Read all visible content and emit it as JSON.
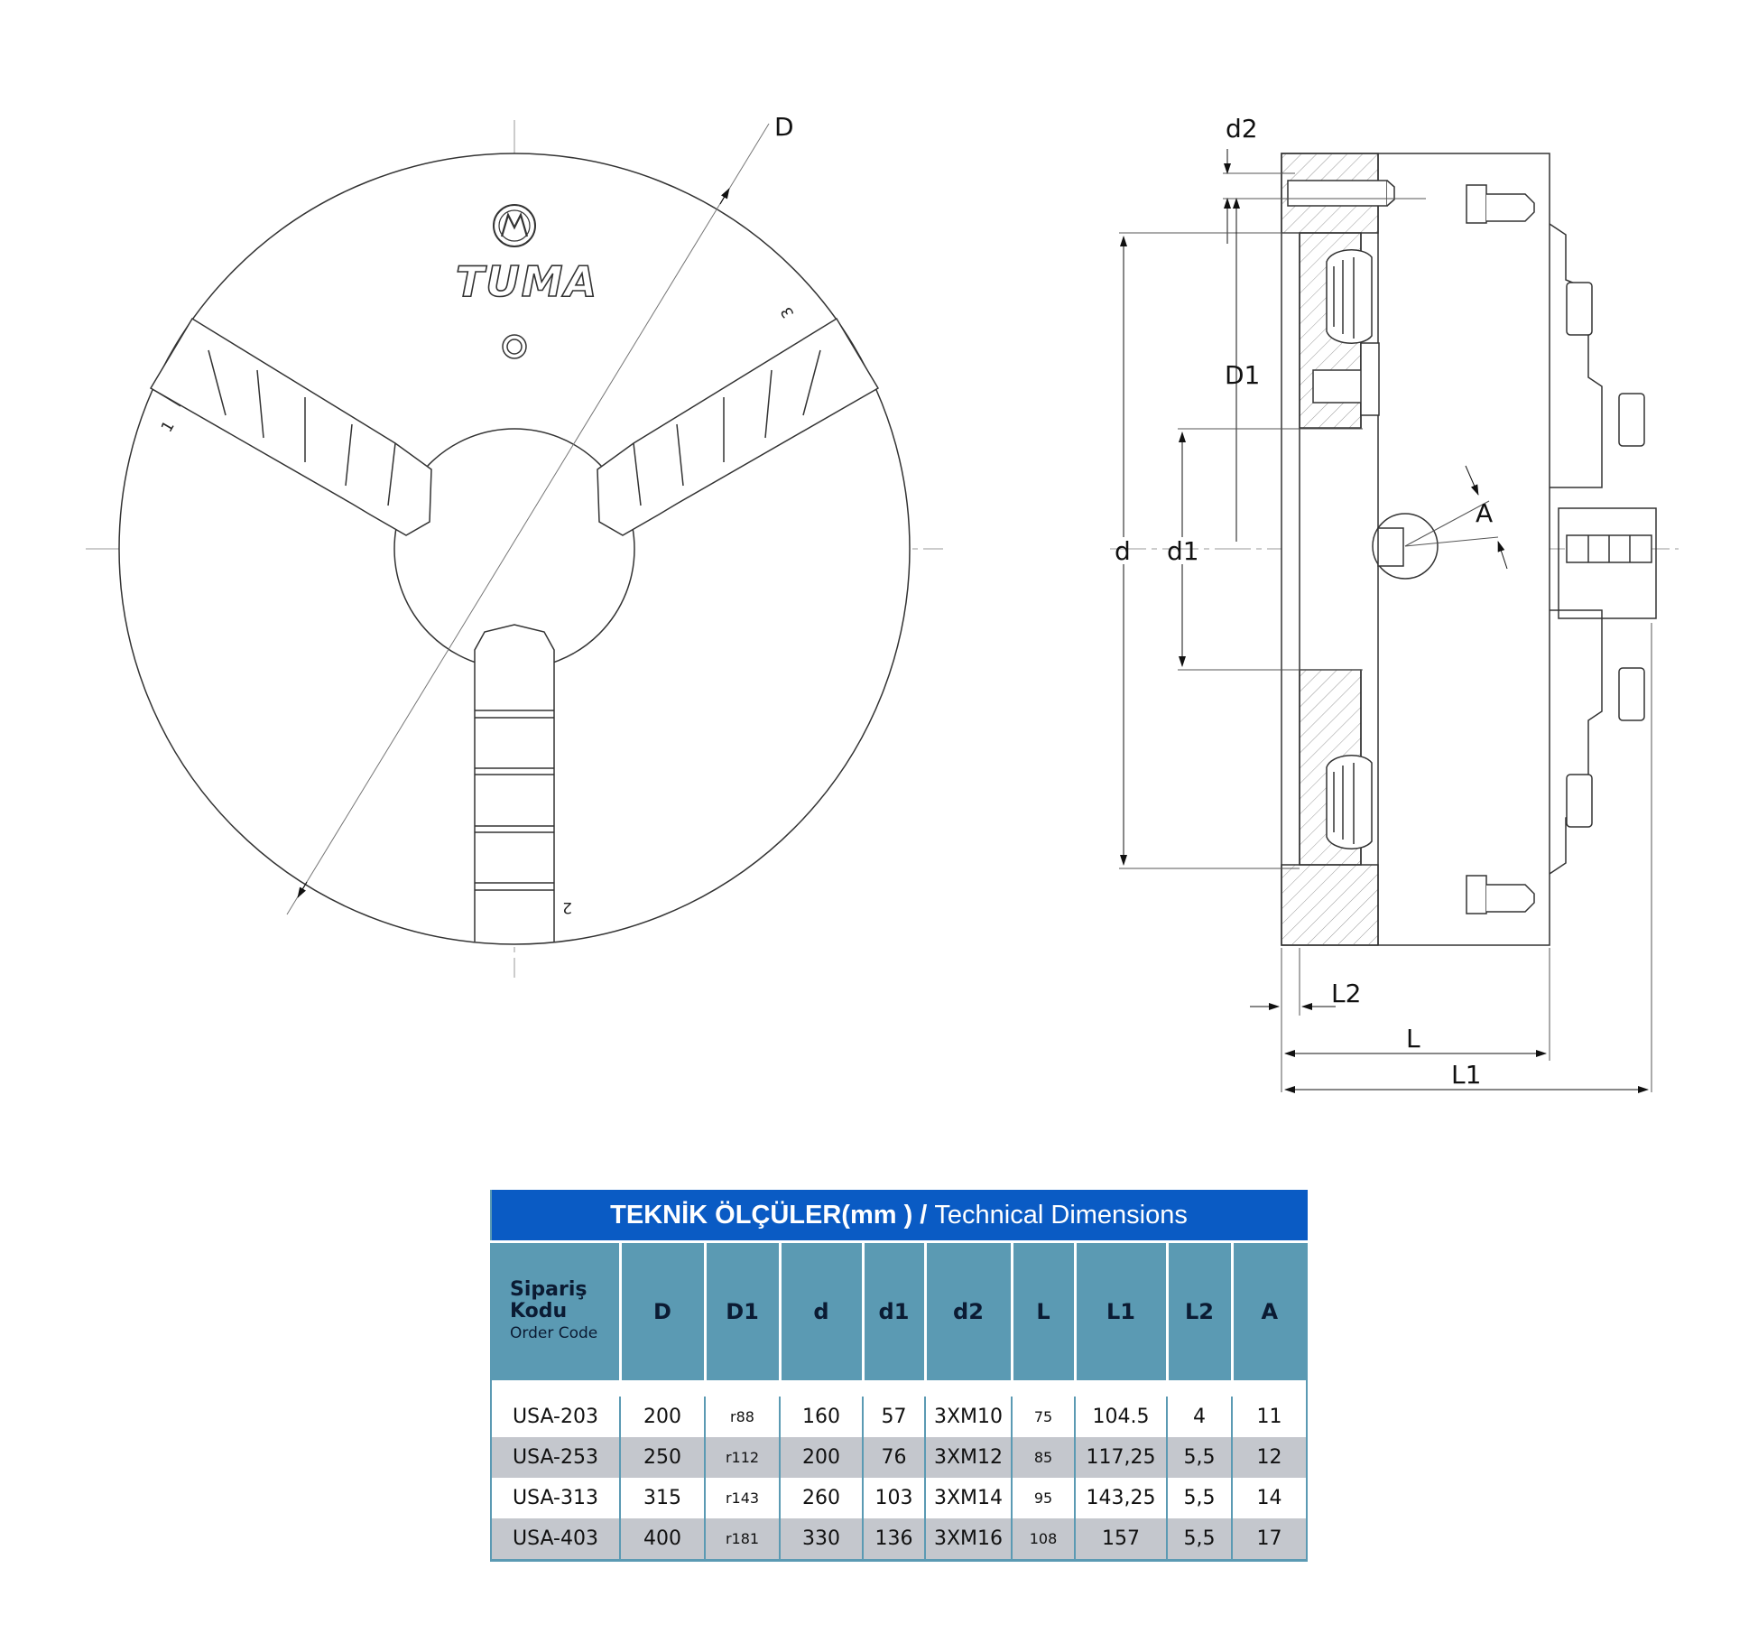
{
  "drawing": {
    "brand": "TUMA",
    "jaw_numbers": [
      "1",
      "2",
      "3"
    ],
    "dimension_labels": {
      "D": "D",
      "D1": "D1",
      "d": "d",
      "d1": "d1",
      "d2": "d2",
      "A": "A",
      "L": "L",
      "L1": "L1",
      "L2": "L2"
    }
  },
  "table": {
    "title_tr": "TEKNİK ÖLÇÜLER(mm )",
    "title_sep": " / ",
    "title_en": "Technical Dimensions",
    "order_code_tr_1": "Sipariş",
    "order_code_tr_2": "Kodu",
    "order_code_en": "Order Code",
    "columns": [
      "D",
      "D1",
      "d",
      "d1",
      "d2",
      "L",
      "L1",
      "L2",
      "A"
    ],
    "rows": [
      [
        "USA-203",
        "200",
        "r88",
        "160",
        "57",
        "3XM10",
        "75",
        "104.5",
        "4",
        "11"
      ],
      [
        "USA-253",
        "250",
        "r112",
        "200",
        "76",
        "3XM12",
        "85",
        "117,25",
        "5,5",
        "12"
      ],
      [
        "USA-313",
        "315",
        "r143",
        "260",
        "103",
        "3XM14",
        "95",
        "143,25",
        "5,5",
        "14"
      ],
      [
        "USA-403",
        "400",
        "r181",
        "330",
        "136",
        "3XM16",
        "108",
        "157",
        "5,5",
        "17"
      ]
    ]
  }
}
